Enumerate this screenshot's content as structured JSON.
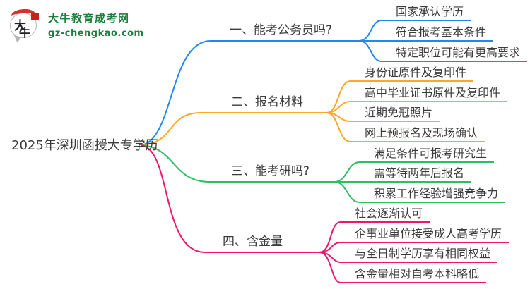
{
  "site": {
    "name": "大牛教育成考网",
    "url": "gz-chengkao.com",
    "logo_char_top": "大",
    "logo_char_bottom": "牛",
    "logo_green": "#1e7f3d",
    "logo_red": "#d3322a"
  },
  "mindmap": {
    "root": {
      "label": "2025年深圳函授大专学历"
    },
    "text_color": "#3b3b3b",
    "branches": [
      {
        "label": "一、能考公务员吗?",
        "color": "#1E88F5",
        "children": [
          "国家承认学历",
          "符合报考基本条件",
          "特定职位可能有更高要求"
        ]
      },
      {
        "label": "二、报名材料",
        "color": "#FFA726",
        "children": [
          "身份证原件及复印件",
          "高中毕业证书原件及复印件",
          "近期免冠照片",
          "网上预报名及现场确认"
        ]
      },
      {
        "label": "三、能考研吗?",
        "color": "#2DBE64",
        "children": [
          "满足条件可报考研究生",
          "需等待两年后报名",
          "积累工作经验增强竞争力"
        ]
      },
      {
        "label": "四、含金量",
        "color": "#F2146E",
        "children": [
          "社会逐渐认可",
          "企事业单位接受成人高考学历",
          "与全日制学历享有相同权益",
          "含金量相对自考本科略低"
        ]
      }
    ]
  }
}
